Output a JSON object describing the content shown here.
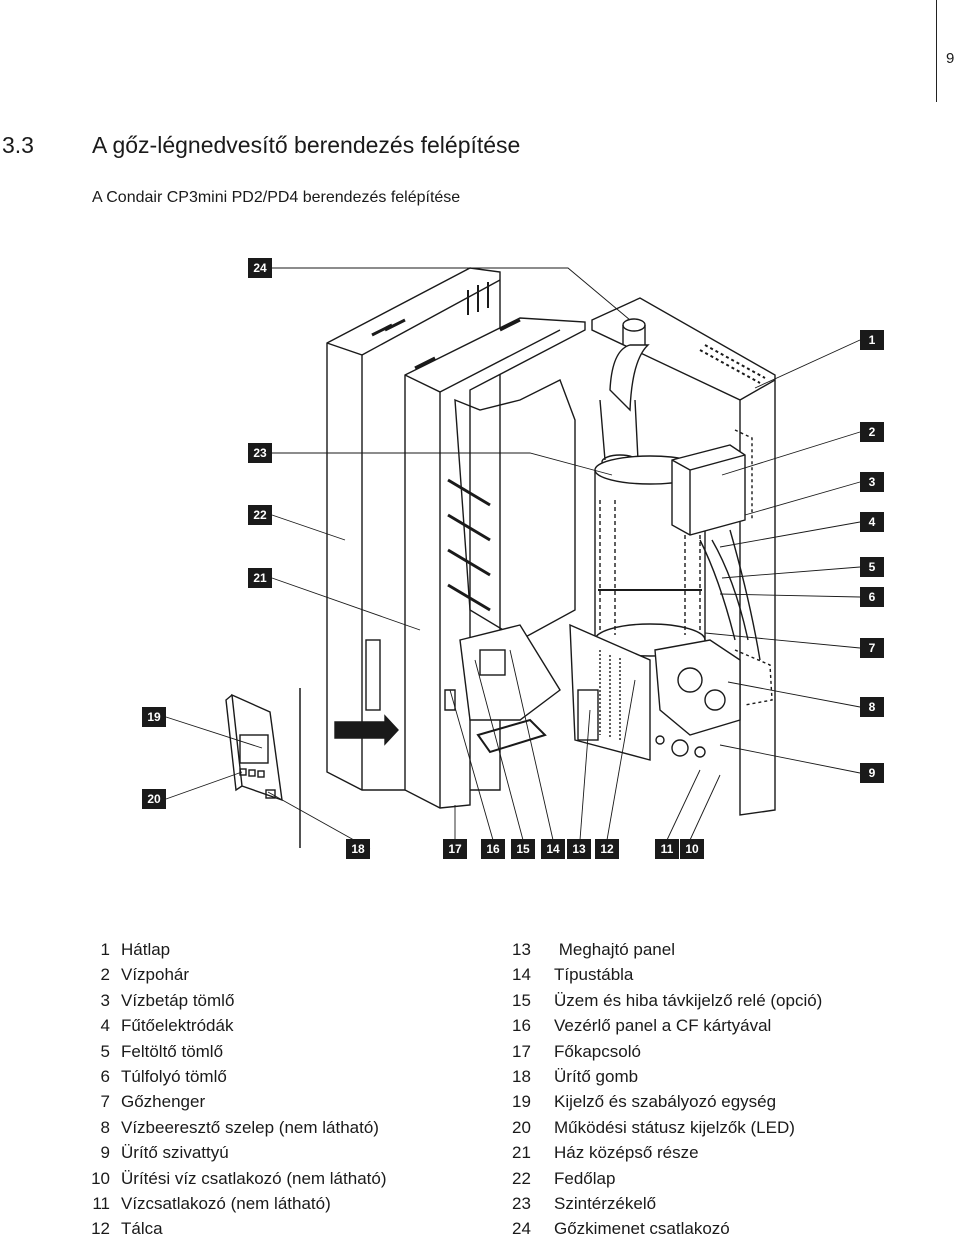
{
  "page": {
    "number": "9"
  },
  "section": {
    "number": "3.3",
    "title": "A gőz-légnedvesítő berendezés felépítése"
  },
  "subtitle": "A Condair CP3mini PD2/PD4 berendezés felépítése",
  "figure": {
    "callouts": [
      "24",
      "23",
      "22",
      "21",
      "19",
      "20",
      "18",
      "17",
      "16",
      "15",
      "14",
      "13",
      "12",
      "11",
      "10",
      "1",
      "2",
      "3",
      "4",
      "5",
      "6",
      "7",
      "8",
      "9"
    ]
  },
  "legend": {
    "left": [
      {
        "num": "1",
        "label": "Hátlap"
      },
      {
        "num": "2",
        "label": "Vízpohár"
      },
      {
        "num": "3",
        "label": "Vízbetáp tömlő"
      },
      {
        "num": "4",
        "label": "Fűtőelektródák"
      },
      {
        "num": "5",
        "label": "Feltöltő tömlő"
      },
      {
        "num": "6",
        "label": "Túlfolyó tömlő"
      },
      {
        "num": "7",
        "label": "Gőzhenger"
      },
      {
        "num": "8",
        "label": "Vízbeeresztő szelep (nem látható)"
      },
      {
        "num": "9",
        "label": "Ürítő szivattyú"
      },
      {
        "num": "10",
        "label": "Ürítési víz csatlakozó (nem látható)"
      },
      {
        "num": "11",
        "label": "Vízcsatlakozó (nem látható)"
      },
      {
        "num": "12",
        "label": "Tálca"
      }
    ],
    "right": [
      {
        "num": "13",
        "label": " Meghajtó panel"
      },
      {
        "num": "14",
        "label": "Típustábla"
      },
      {
        "num": "15",
        "label": "Üzem és hiba távkijelző relé (opció)"
      },
      {
        "num": "16",
        "label": "Vezérlő panel a CF kártyával"
      },
      {
        "num": "17",
        "label": "Főkapcsoló"
      },
      {
        "num": "18",
        "label": "Ürítő gomb"
      },
      {
        "num": "19",
        "label": "Kijelző és szabályozó egység"
      },
      {
        "num": "20",
        "label": "Működési státusz kijelzők (LED)"
      },
      {
        "num": "21",
        "label": "Ház középső része"
      },
      {
        "num": "22",
        "label": "Fedőlap"
      },
      {
        "num": "23",
        "label": "Szintérzékelő"
      },
      {
        "num": "24",
        "label": "Gőzkimenet csatlakozó"
      }
    ]
  }
}
